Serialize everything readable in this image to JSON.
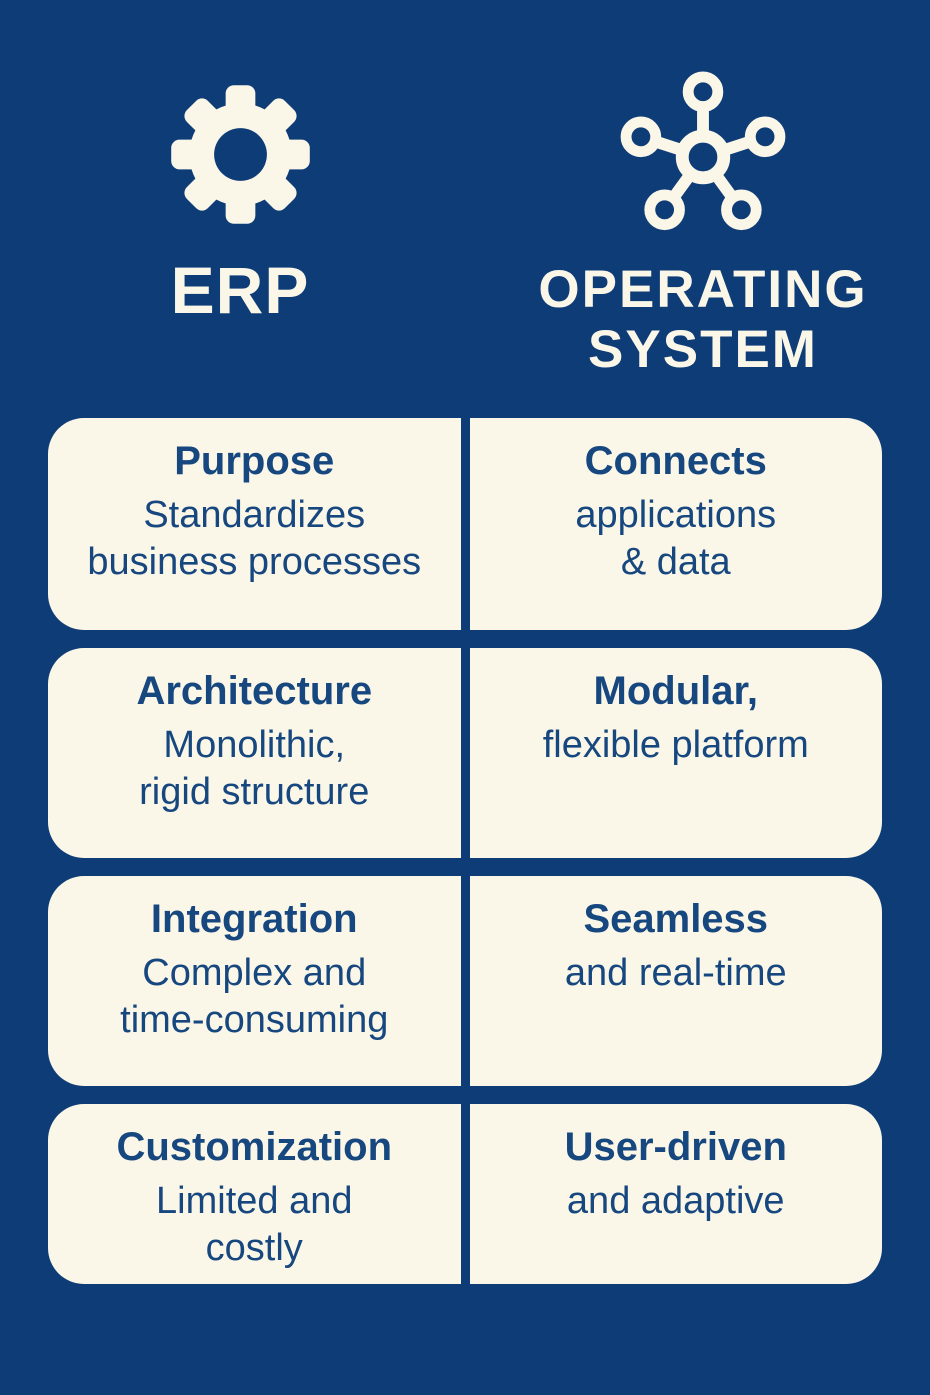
{
  "palette": {
    "background": "#0E3C77",
    "card": "#FAF6E8",
    "text": "#17477F",
    "cream": "#FAF6E8"
  },
  "header": {
    "erp": {
      "icon": "gear-icon",
      "title": "ERP"
    },
    "os": {
      "icon": "network-hub-icon",
      "title": "OPERATING\nSYSTEM"
    }
  },
  "comparison": {
    "rows": [
      {
        "erp": {
          "heading": "Purpose",
          "body": "Standardizes\nbusiness processes"
        },
        "os": {
          "heading": "Connects",
          "body": "applications\n& data"
        }
      },
      {
        "erp": {
          "heading": "Architecture",
          "body": "Monolithic,\nrigid structure"
        },
        "os": {
          "heading": "Modular,",
          "body": "flexible platform"
        }
      },
      {
        "erp": {
          "heading": "Integration",
          "body": "Complex and\ntime-consuming"
        },
        "os": {
          "heading": "Seamless",
          "body": "and real-time"
        }
      },
      {
        "erp": {
          "heading": "Customization",
          "body": "Limited and\ncostly"
        },
        "os": {
          "heading": "User-driven",
          "body": "and adaptive"
        }
      }
    ]
  }
}
